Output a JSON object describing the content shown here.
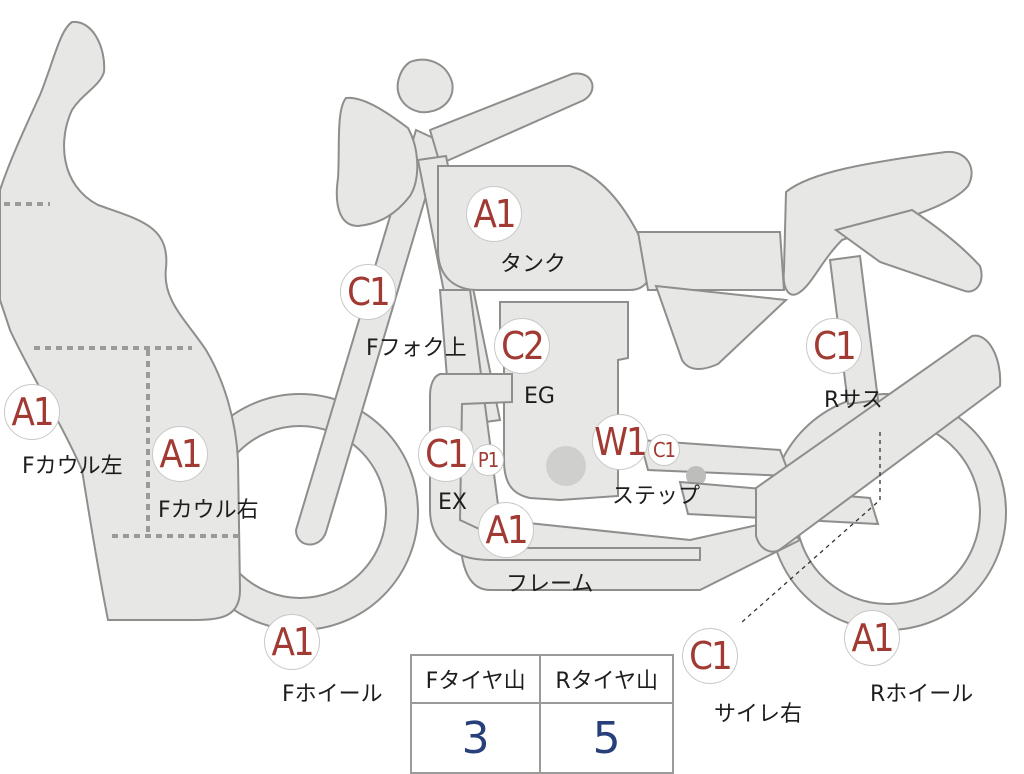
{
  "parts": [
    {
      "key": "f_cowl_left",
      "code": "A1",
      "label": "Fカウル左"
    },
    {
      "key": "f_cowl_right",
      "code": "A1",
      "label": "Fカウル右"
    },
    {
      "key": "f_fork_upper",
      "code": "C1",
      "label": "Fフォク上"
    },
    {
      "key": "tank",
      "code": "A1",
      "label": "タンク"
    },
    {
      "key": "engine",
      "code": "C2",
      "label": "EG"
    },
    {
      "key": "exhaust",
      "code": "C1",
      "label": "EX"
    },
    {
      "key": "exhaust_small",
      "code": "P1"
    },
    {
      "key": "step_w",
      "code": "W1",
      "label": "ステップ"
    },
    {
      "key": "step_c",
      "code": "C1"
    },
    {
      "key": "frame",
      "code": "A1",
      "label": "フレーム"
    },
    {
      "key": "f_wheel",
      "code": "A1",
      "label": "Fホイール"
    },
    {
      "key": "r_suspension",
      "code": "C1",
      "label": "Rサス"
    },
    {
      "key": "muffler_right",
      "code": "C1",
      "label": "サイレ右"
    },
    {
      "key": "r_wheel",
      "code": "A1",
      "label": "Rホイール"
    }
  ],
  "tire_tread": {
    "headers": [
      "Fタイヤ山",
      "Rタイヤ山"
    ],
    "values": [
      "3",
      "5"
    ]
  },
  "colors": {
    "code": "#a13a32",
    "tire_value": "#27407a",
    "part_fill": "#e7e7e5"
  }
}
